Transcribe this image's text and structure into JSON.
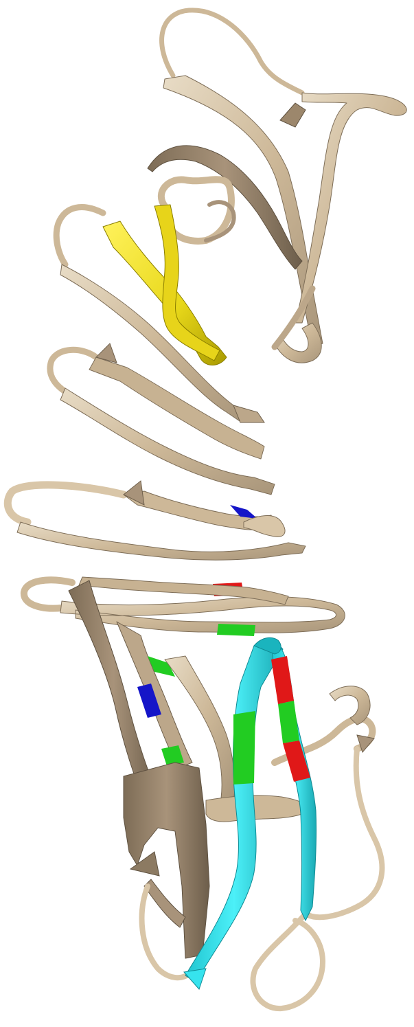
{
  "image": {
    "description_type": "protein-ribbon-structure",
    "background_color": "#ffffff"
  },
  "palette": {
    "backbone_light": "#d9c6a8",
    "backbone_mid": "#bca78a",
    "backbone_dark": "#8c7a62",
    "backbone_outline": "#6f604c",
    "yellow_segment": "#f0e21a",
    "yellow_shadow": "#b8a800",
    "cyan_segment": "#36e3ee",
    "cyan_shadow": "#18a9b4",
    "green_segment": "#22cc22",
    "red_segment": "#e01818",
    "blue_segment": "#1515c8"
  },
  "highlighted_segments": [
    {
      "name": "yellow-strand",
      "color_key": "yellow_segment"
    },
    {
      "name": "cyan-strand-left",
      "color_key": "cyan_segment"
    },
    {
      "name": "cyan-strand-right",
      "color_key": "cyan_segment"
    },
    {
      "name": "green-patch-1",
      "color_key": "green_segment"
    },
    {
      "name": "green-patch-2",
      "color_key": "green_segment"
    },
    {
      "name": "green-patch-3",
      "color_key": "green_segment"
    },
    {
      "name": "green-patch-4",
      "color_key": "green_segment"
    },
    {
      "name": "green-patch-5",
      "color_key": "green_segment"
    },
    {
      "name": "red-patch-1",
      "color_key": "red_segment"
    },
    {
      "name": "red-patch-2",
      "color_key": "red_segment"
    },
    {
      "name": "red-patch-3",
      "color_key": "red_segment"
    },
    {
      "name": "blue-patch-1",
      "color_key": "blue_segment"
    },
    {
      "name": "blue-patch-2",
      "color_key": "blue_segment"
    }
  ]
}
